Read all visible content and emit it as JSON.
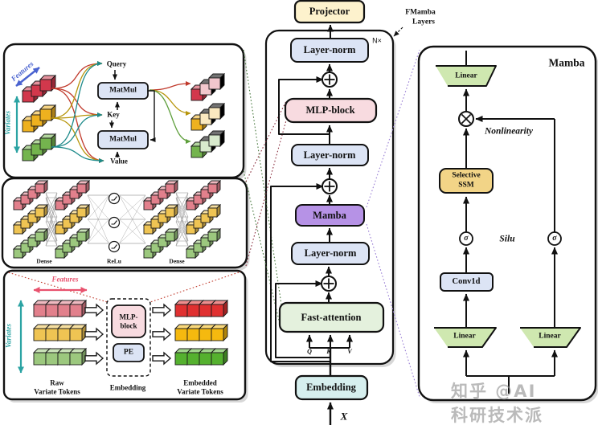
{
  "watermark": "知乎 @AI科研技术派",
  "main_stack": {
    "projector": "Projector",
    "fmamba_layers_line1": "FMamba",
    "fmamba_layers_line2": "Layers",
    "n_times": "N×",
    "layer_norm_1": "Layer-norm",
    "mlp_block": "MLP-block",
    "layer_norm_2": "Layer-norm",
    "mamba": "Mamba",
    "layer_norm_3": "Layer-norm",
    "fast_attention": "Fast-attention",
    "q": "Q",
    "k": "K",
    "v": "V",
    "embedding": "Embedding",
    "input": "X"
  },
  "attention_panel": {
    "features": "Features",
    "variates": "Variates",
    "query": "Query",
    "key": "Key",
    "value": "Value",
    "matmul_1": "MatMul",
    "matmul_2": "MatMul"
  },
  "mlp_panel": {
    "dense_1": "Dense",
    "relu": "ReLu",
    "dense_2": "Dense"
  },
  "embedding_panel": {
    "features": "Features",
    "variates": "Variates",
    "mlp_block_line1": "MLP-",
    "mlp_block_line2": "block",
    "pe": "PE",
    "raw_caption_line1": "Raw",
    "raw_caption_line2": "Variate Tokens",
    "embedding_caption": "Embedding",
    "embedded_caption_line1": "Embedded",
    "embedded_caption_line2": "Variate Tokens"
  },
  "mamba_panel": {
    "title": "Mamba",
    "linear_out": "Linear",
    "linear_left": "Linear",
    "linear_right": "Linear",
    "nonlinearity": "Nonlinearity",
    "silu": "Silu",
    "sigma_left": "σ",
    "sigma_right": "σ",
    "selective_ssm_line1": "Selective",
    "selective_ssm_line2": "SSM",
    "conv1d": "Conv1d"
  },
  "palette": {
    "ink": "#111111",
    "cream": "#fdf2cd",
    "periwinkle": "#dce4f5",
    "pink_box": "#f8dbe0",
    "purple_box": "#b692e6",
    "green_box": "#e4f1dd",
    "cyan_box": "#d6efee",
    "tan_box": "#f2d487",
    "linear_green": "#cfe8b0",
    "cube_red": "#d2384c",
    "cube_yellow": "#eeb11f",
    "cube_green": "#74b44e",
    "cube_red_soft": "#e2808c",
    "cube_yellow_soft": "#efc453",
    "cube_green_soft": "#9cc87e",
    "cube_red_vivid": "#e03030",
    "cube_yellow_vivid": "#f5b90f",
    "cube_green_vivid": "#55b12f",
    "arrow_blue": "#4a63d0",
    "arrow_teal": "#2ba3a3",
    "arrow_pink": "#e8526e",
    "curve_red": "#c0392b",
    "curve_olive": "#b7950b",
    "curve_teal": "#1d8a8a",
    "curve_green": "#5d9e3a",
    "dot_green": "#4a7a40",
    "dot_maroon": "#8b3040",
    "dot_crimson": "#c0392b",
    "dot_purple": "#9a7fd4",
    "mesh_gray": "#a0a0a0"
  }
}
